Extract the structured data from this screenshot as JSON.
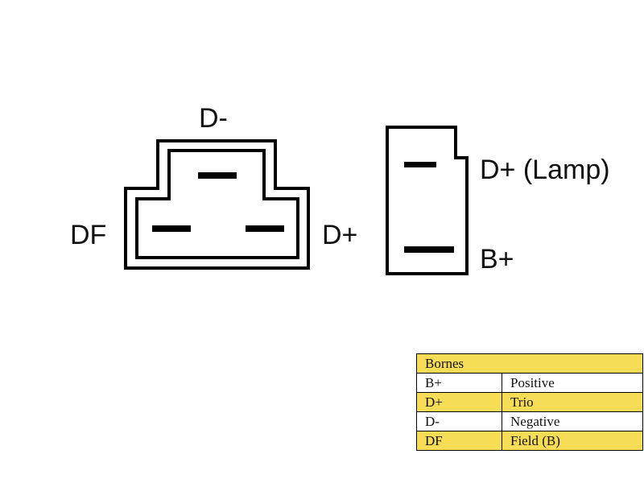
{
  "connector_left": {
    "top_label": "D-",
    "left_label": "DF",
    "right_label": "D+"
  },
  "connector_right": {
    "top_label": "D+ (Lamp)",
    "bottom_label": "B+"
  },
  "table": {
    "title": "Bornes",
    "rows": [
      {
        "code": "B+",
        "description": "Positive"
      },
      {
        "code": "D+",
        "description": "Trio"
      },
      {
        "code": "D-",
        "description": "Negative"
      },
      {
        "code": "DF",
        "description": "Field (B)"
      }
    ]
  },
  "colors": {
    "highlight": "#f7dc55",
    "ink": "#111111"
  }
}
